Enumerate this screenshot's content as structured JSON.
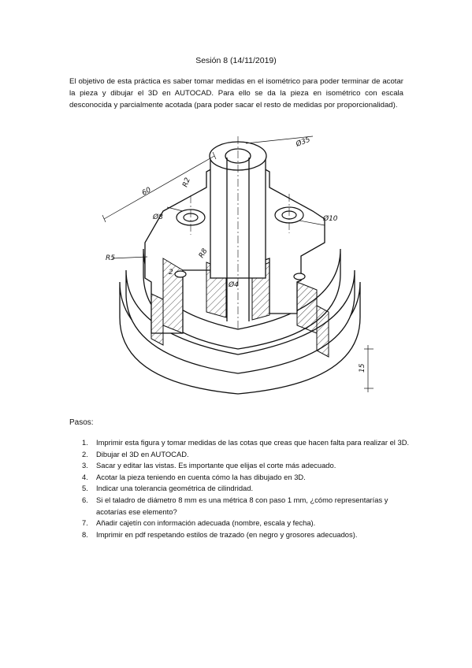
{
  "title": "Sesión 8 (14/11/2019)",
  "intro": "El objetivo de esta práctica es saber tomar medidas en el isométrico para poder terminar de acotar la pieza y dibujar el 3D en AUTOCAD. Para ello se da la pieza en isométrico con escala desconocida y parcialmente acotada (para poder sacar el resto de medidas por proporcionalidad).",
  "figure": {
    "dimensions": {
      "d35": "Ø35",
      "d10": "Ø10",
      "d8": "Ø8",
      "d4": "Ø4",
      "r2": "R2",
      "r5": "R5",
      "r8": "R8",
      "len60": "60",
      "len15": "15",
      "len2": "2"
    }
  },
  "pasos_label": "Pasos:",
  "steps": [
    {
      "num": "1.",
      "text": "Imprimir esta figura y tomar medidas de las cotas que creas que hacen falta para realizar el 3D."
    },
    {
      "num": "2.",
      "text": "Dibujar el 3D en AUTOCAD."
    },
    {
      "num": "3.",
      "text": "Sacar y editar las vistas. Es importante que elijas el corte más adecuado."
    },
    {
      "num": "4.",
      "text": "Acotar la pieza teniendo en cuenta cómo la has dibujado en 3D."
    },
    {
      "num": "5.",
      "text": "Indicar una tolerancia geométrica de cilindridad."
    },
    {
      "num": "6.",
      "text": "Si el taladro de diámetro 8 mm es una métrica 8 con paso 1 mm, ¿cómo representarías y acotarías ese elemento?"
    },
    {
      "num": "7.",
      "text": "Añadir cajetín con información adecuada (nombre, escala y fecha)."
    },
    {
      "num": "8.",
      "text": "Imprimir en pdf respetando estilos de trazado (en negro y grosores adecuados)."
    }
  ]
}
